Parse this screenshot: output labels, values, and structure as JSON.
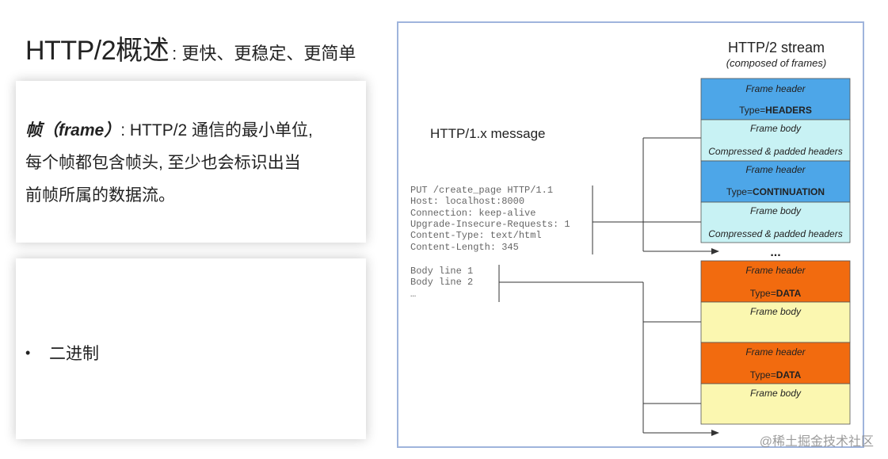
{
  "slide": {
    "title": "HTTP/2概述",
    "subtitle": ": 更快、更稳定、更简单"
  },
  "definition": {
    "term": "帧（frame）",
    "line1_rest": ": HTTP/2 通信的最小单位,",
    "line2": "每个帧都包含帧头, 至少也会标识出当",
    "line3": "前帧所属的数据流。"
  },
  "bullet": {
    "symbol": "•",
    "text": "二进制"
  },
  "diagram": {
    "stream_title": "HTTP/2 stream",
    "stream_subtitle": "(composed of frames)",
    "message_title": "HTTP/1.x message",
    "header_lines": [
      "PUT /create_page HTTP/1.1",
      "Host: localhost:8000",
      "Connection: keep-alive",
      "Upgrade-Insecure-Requests: 1",
      "Content-Type: text/html",
      "Content-Length: 345"
    ],
    "body_lines": [
      "Body line 1",
      "Body line 2",
      "…"
    ],
    "ellipsis": "...",
    "frames": [
      {
        "header_label": "Frame header",
        "type_prefix": "Type=",
        "type_name": "HEADERS",
        "body_label": "Frame body",
        "body_detail": "Compressed & padded headers"
      },
      {
        "header_label": "Frame header",
        "type_prefix": "Type=",
        "type_name": "CONTINUATION",
        "body_label": "Frame body",
        "body_detail": "Compressed & padded headers"
      },
      {
        "header_label": "Frame header",
        "type_prefix": "Type=",
        "type_name": "DATA",
        "body_label": "Frame body",
        "body_detail": ""
      },
      {
        "header_label": "Frame header",
        "type_prefix": "Type=",
        "type_name": "DATA",
        "body_label": "Frame body",
        "body_detail": ""
      }
    ],
    "colors": {
      "headers_header": "#4da6e8",
      "headers_body": "#c8f2f4",
      "data_header": "#f26b0f",
      "data_body": "#fbf7b0",
      "line": "#333333",
      "code_text": "#666666"
    }
  },
  "watermark": "@稀土掘金技术社区"
}
